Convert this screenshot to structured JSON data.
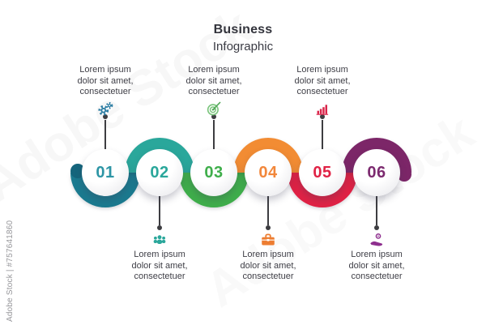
{
  "watermark": {
    "diagonal": "Adobe Stock",
    "side_label": "Adobe Stock | #757641860"
  },
  "header": {
    "title": "Business",
    "subtitle": "Infographic"
  },
  "items": [
    {
      "number": "01",
      "text": "Lorem ipsum dolor sit amet, consectetuer",
      "caption_position": "top",
      "accent_color": "#1b7a8f",
      "icon": "gears-icon"
    },
    {
      "number": "02",
      "text": "Lorem ipsum dolor sit amet, consectetuer",
      "caption_position": "bottom",
      "accent_color": "#2aa79b",
      "icon": "team-icon"
    },
    {
      "number": "03",
      "text": "Lorem ipsum dolor sit amet, consectetuer",
      "caption_position": "top",
      "accent_color": "#3fae4b",
      "icon": "target-icon"
    },
    {
      "number": "04",
      "text": "Lorem ipsum dolor sit amet, consectetuer",
      "caption_position": "bottom",
      "accent_color": "#f28c33",
      "icon": "briefcase-icon"
    },
    {
      "number": "05",
      "text": "Lorem ipsum dolor sit amet, consectetuer",
      "caption_position": "top",
      "accent_color": "#e02245",
      "icon": "bar-chart-icon"
    },
    {
      "number": "06",
      "text": "Lorem ipsum dolor sit amet, consectetuer",
      "caption_position": "bottom",
      "accent_color": "#7c2668",
      "icon": "hand-coin-icon"
    }
  ]
}
